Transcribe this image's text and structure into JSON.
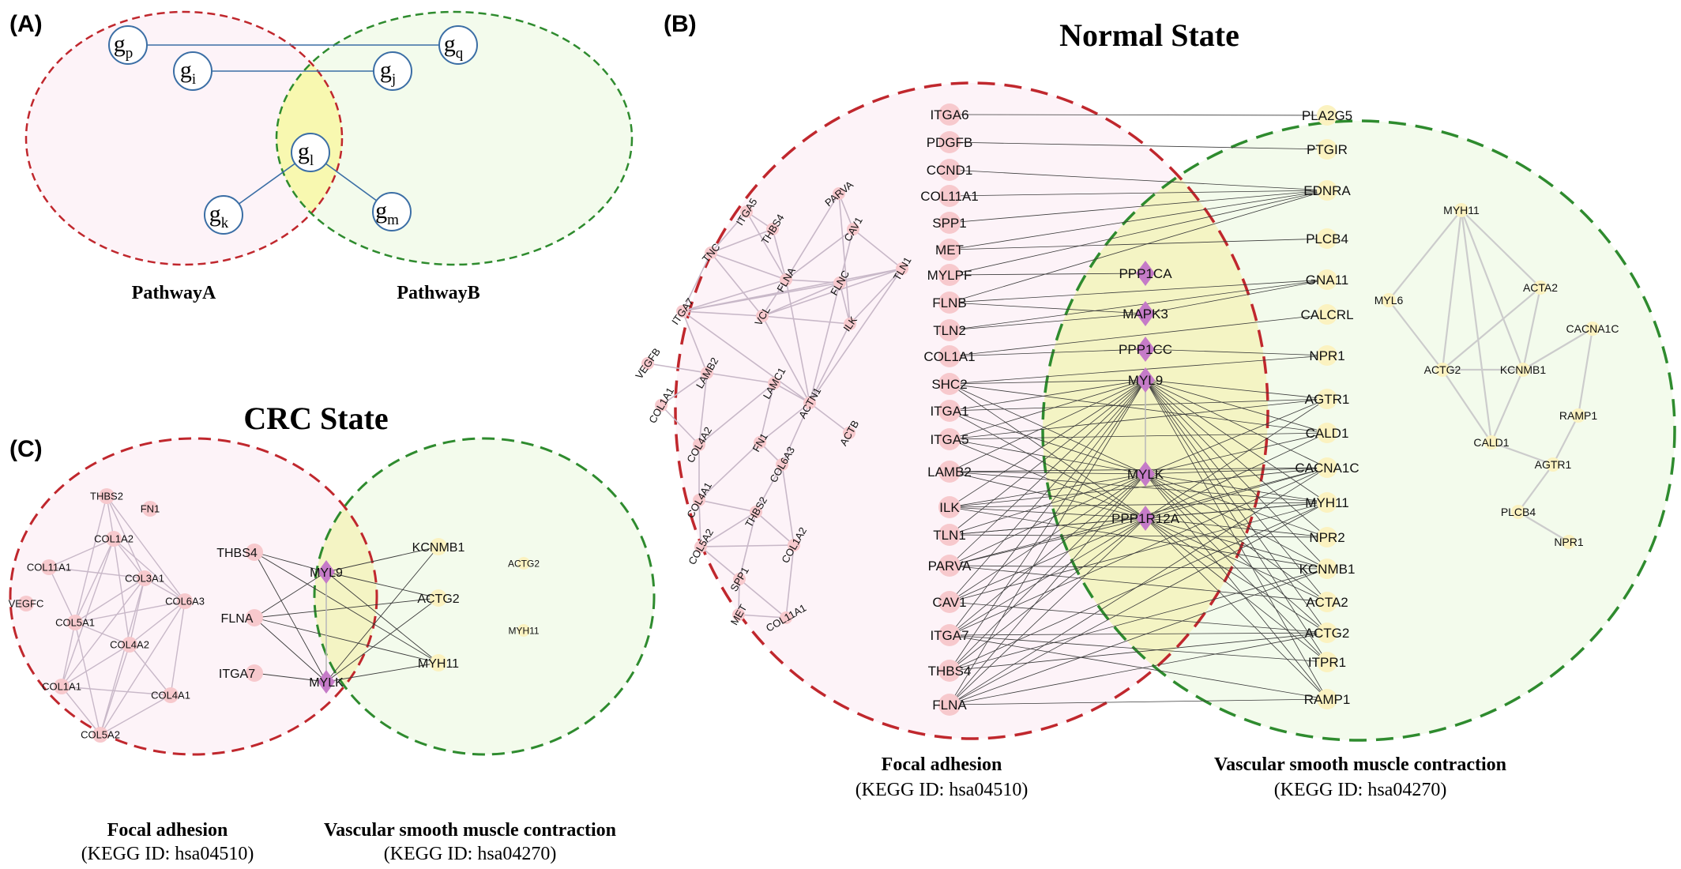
{
  "panel_labels": {
    "a": "(A)",
    "b": "(B)",
    "c": "(C)"
  },
  "panel_a": {
    "pathway_a": "PathwayA",
    "pathway_b": "PathwayB",
    "genes": [
      {
        "id": "gp",
        "base": "g",
        "sub": "p"
      },
      {
        "id": "gq",
        "base": "g",
        "sub": "q"
      },
      {
        "id": "gi",
        "base": "g",
        "sub": "i"
      },
      {
        "id": "gj",
        "base": "g",
        "sub": "j"
      },
      {
        "id": "gl",
        "base": "g",
        "sub": "l"
      },
      {
        "id": "gk",
        "base": "g",
        "sub": "k"
      },
      {
        "id": "gm",
        "base": "g",
        "sub": "m"
      }
    ]
  },
  "panel_b": {
    "title": "Normal State",
    "caption_left_name": "Focal adhesion",
    "caption_left_id": "(KEGG ID: hsa04510)",
    "caption_right_name": "Vascular smooth muscle contraction",
    "caption_right_id": "(KEGG ID: hsa04270)",
    "left_column": [
      "ITGA6",
      "PDGFB",
      "CCND1",
      "COL11A1",
      "SPP1",
      "MET",
      "MYLPF",
      "FLNB",
      "TLN2",
      "COL1A1",
      "SHC2",
      "ITGA1",
      "ITGA5",
      "LAMB2",
      "ILK",
      "TLN1",
      "PARVA",
      "CAV1",
      "ITGA7",
      "THBS4",
      "FLNA"
    ],
    "middle_column": [
      "PPP1CA",
      "MAPK3",
      "PPP1CC",
      "MYL9",
      "MYLK",
      "PPP1R12A"
    ],
    "right_column": [
      "PLA2G5",
      "PTGIR",
      "EDNRA",
      "PLCB4",
      "GNA11",
      "CALCRL",
      "NPR1",
      "AGTR1",
      "CALD1",
      "CACNA1C",
      "MYH11",
      "NPR2",
      "KCNMB1",
      "ACTA2",
      "ACTG2",
      "ITPR1",
      "RAMP1"
    ],
    "left_cluster": [
      "PARVA",
      "ITGA5",
      "THBS4",
      "CAV1",
      "TNC",
      "FLNA",
      "FLNC",
      "TLN1",
      "ITGA7",
      "VCL",
      "ILK",
      "VEGFB",
      "LAMB2",
      "LAMC1",
      "ACTN1",
      "COL1A1",
      "COL4A2",
      "FN1",
      "ACTB",
      "COL6A3",
      "COL4A1",
      "THBS2",
      "COL5A2",
      "COL1A2",
      "SPP1",
      "MET",
      "COL11A1"
    ],
    "right_cluster": [
      "MYH11",
      "MYL6",
      "ACTA2",
      "CACNA1C",
      "ACTG2",
      "KCNMB1",
      "RAMP1",
      "CALD1",
      "AGTR1",
      "PLCB4",
      "NPR1"
    ]
  },
  "panel_c": {
    "title": "CRC State",
    "caption_left_name": "Focal adhesion",
    "caption_left_id": "(KEGG ID: hsa04510)",
    "caption_right_name": "Vascular smooth muscle contraction",
    "caption_right_id": "(KEGG ID: hsa04270)",
    "left_cluster": [
      "THBS2",
      "FN1",
      "COL1A2",
      "COL11A1",
      "COL3A1",
      "VEGFC",
      "COL6A3",
      "COL5A1",
      "COL4A2",
      "COL1A1",
      "COL4A1",
      "COL5A2"
    ],
    "left_column": [
      "THBS4",
      "FLNA",
      "ITGA7"
    ],
    "middle_column": [
      "MYL9",
      "MYLK"
    ],
    "right_column": [
      "KCNMB1",
      "ACTG2",
      "MYH11"
    ],
    "right_isolated": [
      "ACTG2",
      "MYH11"
    ]
  },
  "colors": {
    "pathway_a_border": "#c0272d",
    "pathway_b_border": "#2e8b2e",
    "pathway_a_fill": "#fdf3f8",
    "pathway_b_fill": "#f3fbec",
    "overlap_fill": "#f4f4c4",
    "overlap_fill_a": "#f8f8b0",
    "pink_node": "#f7c9cd",
    "yellow_node": "#fbf2c0",
    "diamond_node": "#c57bc8",
    "gene_circle_stroke": "#3b6ea5",
    "edge": "#2a2a2a",
    "cluster_edge": "#c8b8c8"
  }
}
